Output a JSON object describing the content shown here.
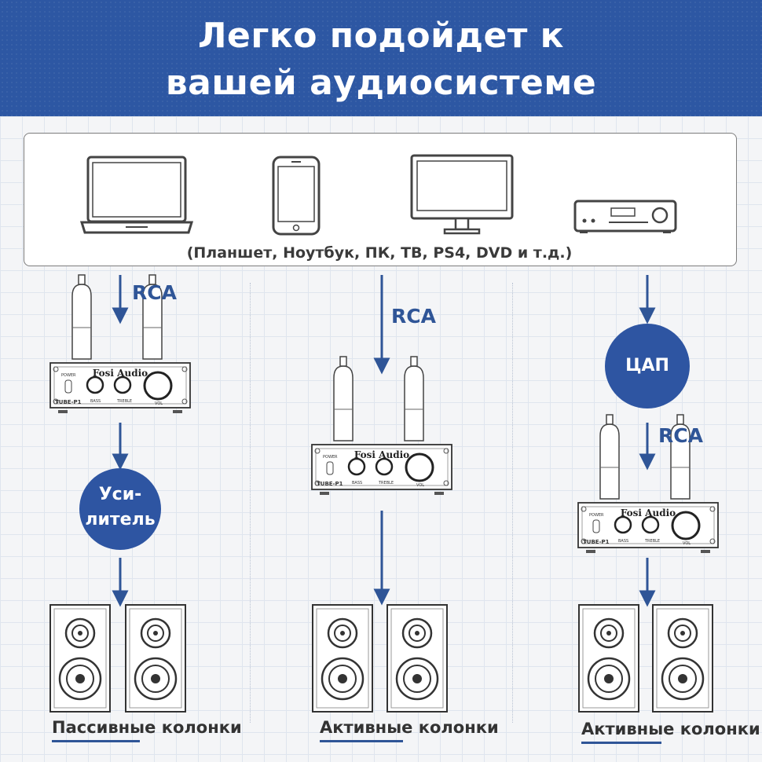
{
  "header": {
    "line1": "Легко подойдет к",
    "line2": "вашей аудиосистеме"
  },
  "sources": {
    "caption": "(Планшет, Ноутбук, ПК, ТВ, PS4, DVD и т.д.)"
  },
  "connections": {
    "rca": "RCA"
  },
  "amplifier_unit": {
    "brand": "Fosi Audio",
    "model": "TUBE-P1",
    "power": "POWER",
    "bass": "BASS",
    "treble": "TREBLE",
    "vol": "VOL"
  },
  "nodes": {
    "amplifier_line1": "Уси-",
    "amplifier_line2": "литель",
    "dac": "ЦАП"
  },
  "speakers": {
    "passive": "Пассивные колонки",
    "active_1": "Активные колонки",
    "active_2": "Активные колонки"
  },
  "colors": {
    "accent": "#2d57a3",
    "line": "#333333"
  }
}
